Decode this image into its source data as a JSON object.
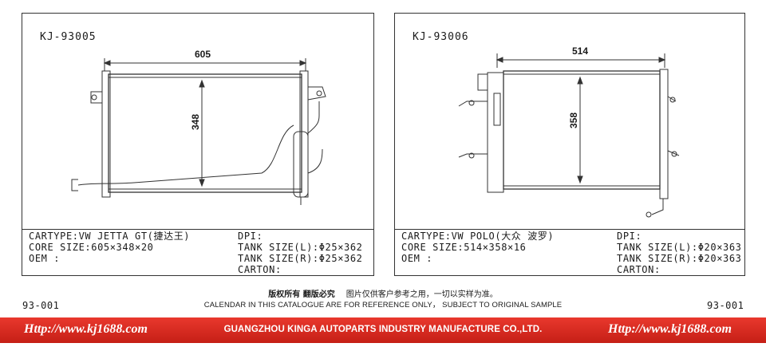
{
  "left": {
    "code": "KJ-93005",
    "width_dim": "605",
    "height_dim": "348",
    "cartype": "CARTYPE:VW JETTA GT(捷达王)",
    "core_size": "CORE SIZE:605×348×20",
    "oem": "OEM :",
    "dpi": "DPI:",
    "tank_l": "TANK SIZE(L):Φ25×362",
    "tank_r": "TANK SIZE(R):Φ25×362",
    "carton": "CARTON:"
  },
  "right": {
    "code": "KJ-93006",
    "width_dim": "514",
    "height_dim": "358",
    "cartype": "CARTYPE:VW POLO(大众 波罗)",
    "core_size": "CORE SIZE:514×358×16",
    "oem": "OEM :",
    "dpi": "DPI:",
    "tank_l": "TANK SIZE(L):Φ20×363",
    "tank_r": "TANK SIZE(R):Φ20×363",
    "carton": "CARTON:"
  },
  "notice": {
    "cn_bold": "版权所有  翻版必究",
    "cn_text": "图片仅供客户参考之用，一切以实样为准。",
    "en": "CALENDAR IN THIS CATALOGUE ARE FOR REFERENCE ONLY， SUBJECT TO ORIGINAL SAMPLE"
  },
  "page_number_left": "93-001",
  "page_number_right": "93-001",
  "footer": {
    "url_left": "Http://www.kj1688.com",
    "company": "GUANGZHOU KINGA AUTOPARTS INDUSTRY MANUFACTURE CO.,LTD.",
    "url_right": "Http://www.kj1688.com"
  },
  "colors": {
    "footer_red": "#d42a20",
    "line": "#333333"
  }
}
